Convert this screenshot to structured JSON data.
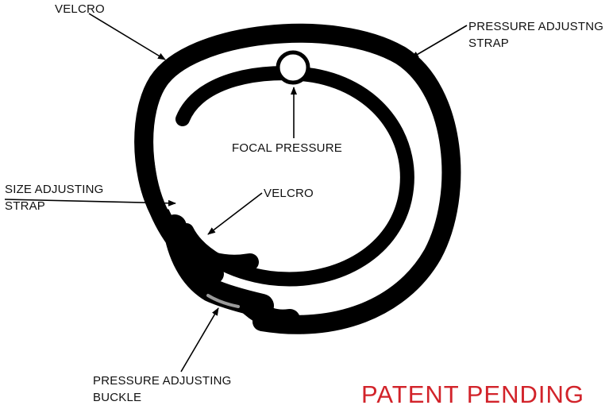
{
  "labels": {
    "velcro_top": "VELCRO",
    "pressure_strap_line1": "PRESSURE ADJUSTNG",
    "pressure_strap_line2": "STRAP",
    "focal_pressure": "FOCAL PRESSURE",
    "size_strap_line1": "SIZE ADJUSTING",
    "size_strap_line2": "STRAP",
    "velcro_mid": "VELCRO",
    "buckle_line1": "PRESSURE ADJUSTING",
    "buckle_line2": "BUCKLE"
  },
  "footer": {
    "patent": "PATENT PENDING"
  },
  "colors": {
    "strap": "#000000",
    "text": "#111111",
    "patent": "#d2232a",
    "background": "#ffffff"
  }
}
